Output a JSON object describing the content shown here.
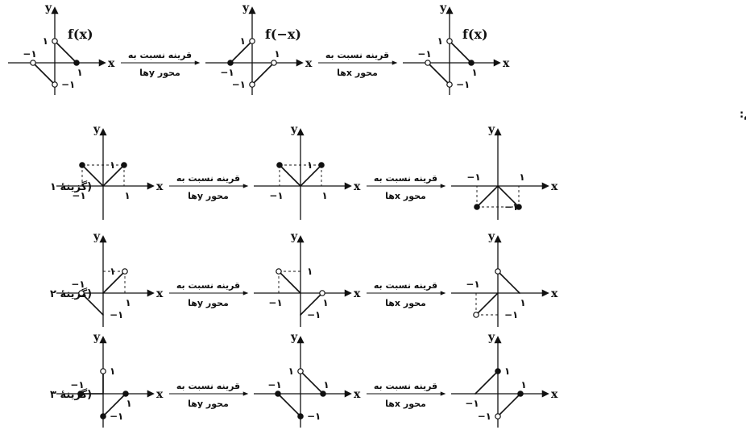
{
  "intro_text": "در سایر گزینه‌ها داریم:",
  "labels": {
    "x": "x",
    "y": "y",
    "one": "۱",
    "minus_one": "−۱",
    "f_x": "f(x)",
    "f_minus_x": "f(−x)"
  },
  "transforms": {
    "about_y": {
      "line1": "قرینه نسبت به",
      "line2": "محور yها"
    },
    "about_x": {
      "line1": "قرینه نسبت به",
      "line2": "محور xها"
    }
  },
  "rows": [
    {
      "id": "main",
      "option_label": "",
      "graphs": [
        {
          "fn_label": "f_x",
          "segments": [
            [
              -1,
              0,
              0,
              -1
            ],
            [
              0,
              1,
              1,
              0
            ]
          ],
          "points": [
            {
              "x": -1,
              "y": 0,
              "open": true
            },
            {
              "x": 0,
              "y": -1,
              "open": true
            },
            {
              "x": 0,
              "y": 1,
              "open": true
            },
            {
              "x": 1,
              "y": 0,
              "open": false
            }
          ],
          "ticks": [
            {
              "x": -1,
              "y": 0,
              "t": "minus_one",
              "p": "above"
            },
            {
              "x": 1,
              "y": 0,
              "t": "one",
              "p": "below"
            },
            {
              "x": 0,
              "y": 1,
              "t": "one",
              "p": "left"
            },
            {
              "x": 0,
              "y": -1,
              "t": "minus_one",
              "p": "right"
            }
          ],
          "dashes": []
        },
        {
          "fn_label": "f_minus_x",
          "segments": [
            [
              -1,
              0,
              0,
              1
            ],
            [
              0,
              -1,
              1,
              0
            ]
          ],
          "points": [
            {
              "x": -1,
              "y": 0,
              "open": false
            },
            {
              "x": 0,
              "y": 1,
              "open": true
            },
            {
              "x": 0,
              "y": -1,
              "open": true
            },
            {
              "x": 1,
              "y": 0,
              "open": true
            }
          ],
          "ticks": [
            {
              "x": -1,
              "y": 0,
              "t": "minus_one",
              "p": "below"
            },
            {
              "x": 1,
              "y": 0,
              "t": "one",
              "p": "above"
            },
            {
              "x": 0,
              "y": 1,
              "t": "one",
              "p": "left"
            },
            {
              "x": 0,
              "y": -1,
              "t": "minus_one",
              "p": "left"
            }
          ],
          "dashes": []
        },
        {
          "fn_label": "f_x",
          "segments": [
            [
              -1,
              0,
              0,
              -1
            ],
            [
              0,
              1,
              1,
              0
            ]
          ],
          "points": [
            {
              "x": -1,
              "y": 0,
              "open": true
            },
            {
              "x": 0,
              "y": -1,
              "open": true
            },
            {
              "x": 0,
              "y": 1,
              "open": true
            },
            {
              "x": 1,
              "y": 0,
              "open": false
            }
          ],
          "ticks": [
            {
              "x": -1,
              "y": 0,
              "t": "minus_one",
              "p": "above"
            },
            {
              "x": 1,
              "y": 0,
              "t": "one",
              "p": "below"
            },
            {
              "x": 0,
              "y": 1,
              "t": "one",
              "p": "left"
            },
            {
              "x": 0,
              "y": -1,
              "t": "minus_one",
              "p": "right"
            }
          ],
          "dashes": []
        }
      ]
    },
    {
      "id": "option-1",
      "option_label": "(گزینۀ ۱",
      "graphs": [
        {
          "segments": [
            [
              -1,
              1,
              0,
              0
            ],
            [
              0,
              0,
              1,
              1
            ]
          ],
          "points": [
            {
              "x": -1,
              "y": 1,
              "open": false
            },
            {
              "x": 1,
              "y": 1,
              "open": false
            }
          ],
          "ticks": [
            {
              "x": -1,
              "y": 0,
              "t": "minus_one",
              "p": "below"
            },
            {
              "x": 1,
              "y": 0,
              "t": "one",
              "p": "below"
            },
            {
              "x": 0,
              "y": 1,
              "t": "one",
              "p": "right"
            }
          ],
          "dashes": [
            [
              -1,
              1,
              1,
              1
            ],
            [
              -1,
              1,
              -1,
              0
            ],
            [
              1,
              1,
              1,
              0
            ]
          ]
        },
        {
          "segments": [
            [
              -1,
              1,
              0,
              0
            ],
            [
              0,
              0,
              1,
              1
            ]
          ],
          "points": [
            {
              "x": -1,
              "y": 1,
              "open": false
            },
            {
              "x": 1,
              "y": 1,
              "open": false
            }
          ],
          "ticks": [
            {
              "x": -1,
              "y": 0,
              "t": "minus_one",
              "p": "below"
            },
            {
              "x": 1,
              "y": 0,
              "t": "one",
              "p": "below"
            },
            {
              "x": 0,
              "y": 1,
              "t": "one",
              "p": "right"
            }
          ],
          "dashes": [
            [
              -1,
              1,
              1,
              1
            ],
            [
              -1,
              1,
              -1,
              0
            ],
            [
              1,
              1,
              1,
              0
            ]
          ]
        },
        {
          "segments": [
            [
              -1,
              -1,
              0,
              0
            ],
            [
              0,
              0,
              1,
              -1
            ]
          ],
          "points": [
            {
              "x": -1,
              "y": -1,
              "open": false
            },
            {
              "x": 1,
              "y": -1,
              "open": false
            }
          ],
          "ticks": [
            {
              "x": -1,
              "y": 0,
              "t": "minus_one",
              "p": "above"
            },
            {
              "x": 1,
              "y": 0,
              "t": "one",
              "p": "above"
            },
            {
              "x": 0,
              "y": -1,
              "t": "minus_one",
              "p": "right"
            }
          ],
          "dashes": [
            [
              -1,
              -1,
              1,
              -1
            ],
            [
              -1,
              -1,
              -1,
              0
            ],
            [
              1,
              -1,
              1,
              0
            ]
          ]
        }
      ]
    },
    {
      "id": "option-2",
      "option_label": "(گزینۀ ۲",
      "graphs": [
        {
          "segments": [
            [
              -1,
              0,
              0,
              -1
            ],
            [
              0,
              0,
              1,
              1
            ]
          ],
          "points": [
            {
              "x": -1,
              "y": 0,
              "open": true
            },
            {
              "x": 1,
              "y": 1,
              "open": true
            }
          ],
          "ticks": [
            {
              "x": -1,
              "y": 0,
              "t": "minus_one",
              "p": "above"
            },
            {
              "x": 1,
              "y": 0,
              "t": "one",
              "p": "below"
            },
            {
              "x": 0,
              "y": 1,
              "t": "one",
              "p": "right"
            },
            {
              "x": 0,
              "y": -1,
              "t": "minus_one",
              "p": "right"
            }
          ],
          "dashes": [
            [
              0,
              1,
              1,
              1
            ],
            [
              1,
              1,
              1,
              0
            ]
          ]
        },
        {
          "segments": [
            [
              -1,
              1,
              0,
              0
            ],
            [
              0,
              -1,
              1,
              0
            ]
          ],
          "points": [
            {
              "x": -1,
              "y": 1,
              "open": true
            },
            {
              "x": 1,
              "y": 0,
              "open": true
            }
          ],
          "ticks": [
            {
              "x": -1,
              "y": 0,
              "t": "minus_one",
              "p": "below"
            },
            {
              "x": 1,
              "y": 0,
              "t": "one",
              "p": "below"
            },
            {
              "x": 0,
              "y": 1,
              "t": "one",
              "p": "right"
            },
            {
              "x": 0,
              "y": -1,
              "t": "minus_one",
              "p": "right"
            }
          ],
          "dashes": [
            [
              -1,
              1,
              0,
              1
            ],
            [
              -1,
              1,
              -1,
              0
            ]
          ]
        },
        {
          "segments": [
            [
              -1,
              -1,
              0,
              0
            ],
            [
              0,
              1,
              1,
              0
            ]
          ],
          "points": [
            {
              "x": 0,
              "y": 1,
              "open": true
            },
            {
              "x": -1,
              "y": -1,
              "open": true
            }
          ],
          "ticks": [
            {
              "x": -1,
              "y": 0,
              "t": "minus_one",
              "p": "above"
            },
            {
              "x": 1,
              "y": 0,
              "t": "one",
              "p": "below"
            },
            {
              "x": 0,
              "y": -1,
              "t": "minus_one",
              "p": "right"
            }
          ],
          "dashes": [
            [
              -1,
              -1,
              0,
              -1
            ],
            [
              -1,
              -1,
              -1,
              0
            ]
          ]
        }
      ]
    },
    {
      "id": "option-3",
      "option_label": "(گزینۀ ۳",
      "graphs": [
        {
          "segments": [
            [
              -1,
              0,
              0,
              0
            ],
            [
              0,
              0,
              0,
              1
            ],
            [
              0,
              -1,
              1,
              0
            ]
          ],
          "points": [
            {
              "x": -1,
              "y": 0,
              "open": false
            },
            {
              "x": 0,
              "y": 1,
              "open": true
            },
            {
              "x": 0,
              "y": -1,
              "open": false
            },
            {
              "x": 1,
              "y": 0,
              "open": false
            }
          ],
          "ticks": [
            {
              "x": -1,
              "y": 0,
              "t": "minus_one",
              "p": "above"
            },
            {
              "x": 1,
              "y": 0,
              "t": "one",
              "p": "below"
            },
            {
              "x": 0,
              "y": 1,
              "t": "one",
              "p": "right"
            },
            {
              "x": 0,
              "y": -1,
              "t": "minus_one",
              "p": "right"
            }
          ],
          "dashes": []
        },
        {
          "segments": [
            [
              -1,
              0,
              0,
              -1
            ],
            [
              0,
              1,
              1,
              0
            ]
          ],
          "points": [
            {
              "x": -1,
              "y": 0,
              "open": false
            },
            {
              "x": 0,
              "y": -1,
              "open": false
            },
            {
              "x": 0,
              "y": 1,
              "open": true
            },
            {
              "x": 1,
              "y": 0,
              "open": false
            }
          ],
          "ticks": [
            {
              "x": -1,
              "y": 0,
              "t": "minus_one",
              "p": "above"
            },
            {
              "x": 1,
              "y": 0,
              "t": "one",
              "p": "above"
            },
            {
              "x": 0,
              "y": 1,
              "t": "one",
              "p": "left"
            },
            {
              "x": 0,
              "y": -1,
              "t": "minus_one",
              "p": "right"
            }
          ],
          "dashes": []
        },
        {
          "segments": [
            [
              -1,
              0,
              0,
              1
            ],
            [
              0,
              -1,
              1,
              0
            ]
          ],
          "points": [
            {
              "x": 0,
              "y": 1,
              "open": false
            },
            {
              "x": 1,
              "y": 0,
              "open": false
            },
            {
              "x": 0,
              "y": -1,
              "open": true
            }
          ],
          "ticks": [
            {
              "x": -1,
              "y": 0,
              "t": "minus_one",
              "p": "below"
            },
            {
              "x": 1,
              "y": 0,
              "t": "one",
              "p": "above"
            },
            {
              "x": 0,
              "y": 1,
              "t": "one",
              "p": "right"
            },
            {
              "x": 0,
              "y": -1,
              "t": "minus_one",
              "p": "left"
            }
          ],
          "dashes": []
        }
      ]
    }
  ]
}
